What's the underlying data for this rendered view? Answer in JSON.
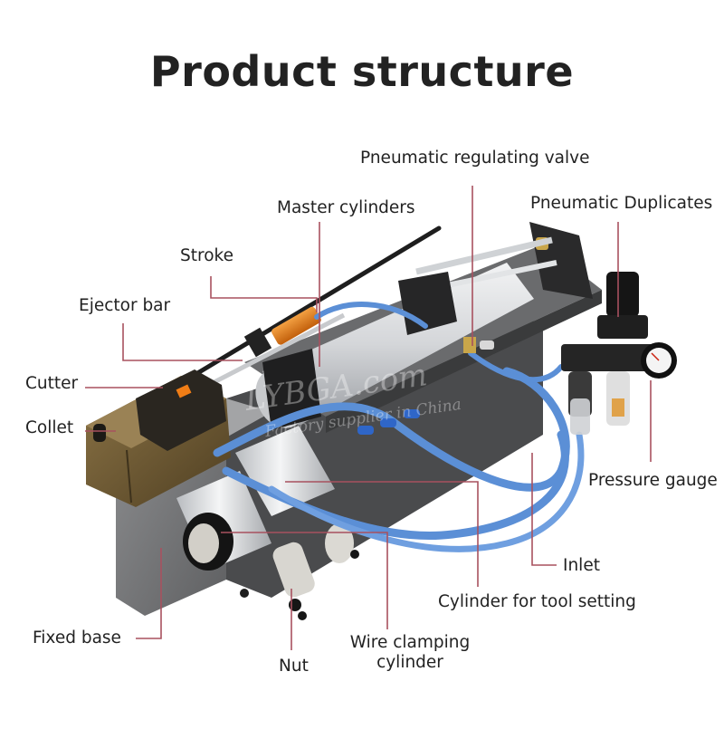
{
  "title": "Product structure",
  "labels": {
    "pneumatic_regulating_valve": "Pneumatic regulating valve",
    "master_cylinders": "Master cylinders",
    "pneumatic_duplicates": "Pneumatic Duplicates",
    "stroke": "Stroke",
    "ejector_bar": "Ejector bar",
    "cutter": "Cutter",
    "collet": "Collet",
    "pressure_gauge": "Pressure gauge",
    "inlet": "Inlet",
    "cylinder_for_tool_setting": "Cylinder for tool setting",
    "fixed_base": "Fixed base",
    "nut": "Nut",
    "wire_clamping_cylinder_line1": "Wire clamping",
    "wire_clamping_cylinder_line2": "cylinder"
  },
  "watermark": {
    "line1": "LYBGA.com",
    "line2": "Factory supplier in China"
  },
  "colors": {
    "leader_line": "#a8515f",
    "hose_blue": "#5b8fd6",
    "metal_dark": "#2b2b2b",
    "brass": "#7a6338",
    "cylinder_silver": "#d7d9dc",
    "orange": "#e07a1a"
  }
}
